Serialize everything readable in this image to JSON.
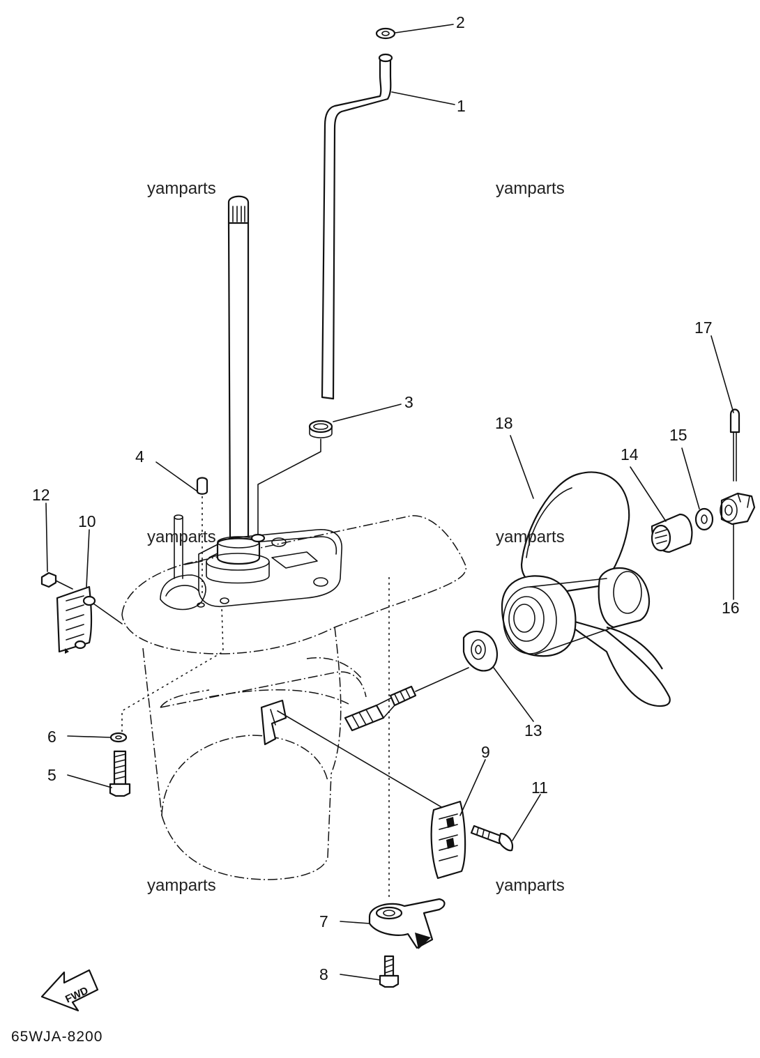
{
  "callouts": {
    "c1": "1",
    "c2": "2",
    "c3": "3",
    "c4": "4",
    "c5": "5",
    "c6": "6",
    "c7": "7",
    "c8": "8",
    "c9": "9",
    "c10": "10",
    "c11": "11",
    "c12": "12",
    "c13": "13",
    "c14": "14",
    "c15": "15",
    "c16": "16",
    "c17": "17",
    "c18": "18"
  },
  "watermarks": [
    "yamparts",
    "yamparts",
    "yamparts",
    "yamparts",
    "yamparts",
    "yamparts"
  ],
  "diagram_code": "65WJA-8200",
  "fwd_label": "FWD"
}
